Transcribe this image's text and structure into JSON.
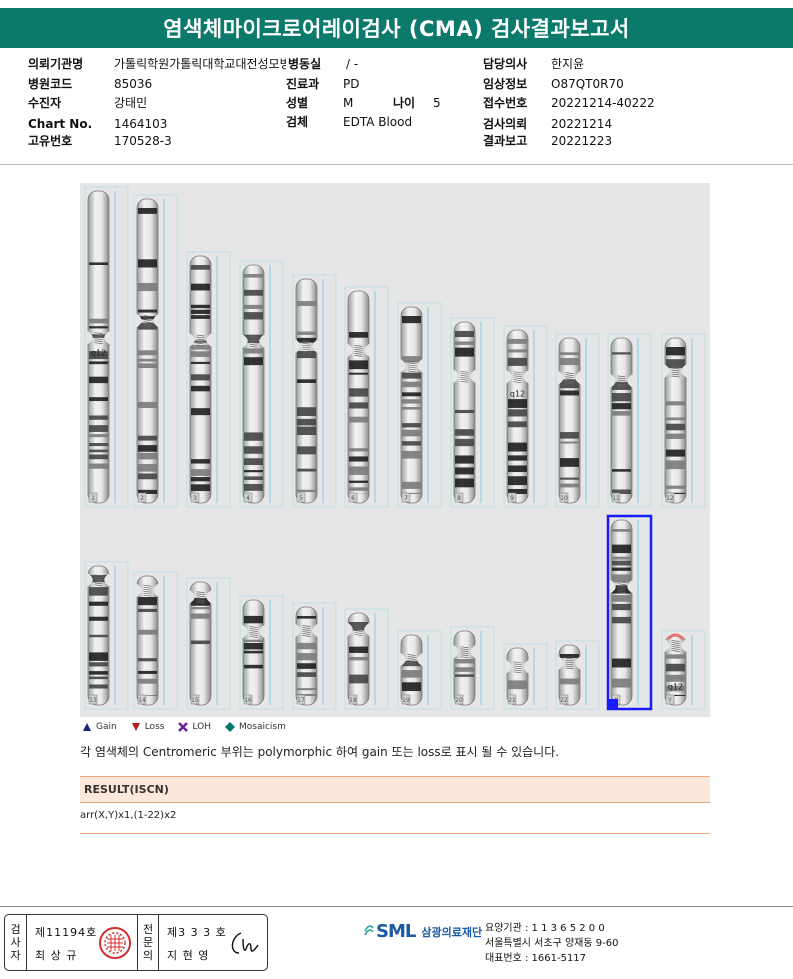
{
  "title": "염색체마이크로어레이검사 (CMA) 검사결과보고서",
  "patient": {
    "hospital": {
      "label": "의뢰기관명",
      "value": "가톨릭학원가톨릭대학교대전성모병원"
    },
    "ward": {
      "label": "병동실",
      "value": "/ -"
    },
    "doctor": {
      "label": "담당의사",
      "value": "한지윤"
    },
    "code": {
      "label": "병원코드",
      "value": "85036"
    },
    "dept": {
      "label": "진료과",
      "value": "PD"
    },
    "clinical": {
      "label": "임상정보",
      "value": "O87QT0R70"
    },
    "name": {
      "label": "수진자",
      "value": "강태민"
    },
    "sex": {
      "label": "성별",
      "value": "M"
    },
    "age": {
      "label": "나이",
      "value": "5"
    },
    "receipt": {
      "label": "접수번호",
      "value": "20221214-40222"
    },
    "chart": {
      "label": "Chart No.",
      "value": "1464103"
    },
    "specimen": {
      "label": "검체",
      "value": "EDTA Blood"
    },
    "request": {
      "label": "검사의뢰",
      "value": "20221214"
    },
    "uid": {
      "label": "고유번호",
      "value": "170528-3"
    },
    "report": {
      "label": "결과보고",
      "value": "20221223"
    }
  },
  "karyogram": {
    "row1": [
      "1",
      "2",
      "3",
      "4",
      "5",
      "6",
      "7",
      "8",
      "9",
      "10",
      "11",
      "12"
    ],
    "row2": [
      "13",
      "14",
      "15",
      "16",
      "17",
      "18",
      "19",
      "20",
      "21",
      "22",
      "X",
      "Y"
    ],
    "band_labels": {
      "chr1": "q12",
      "chr9": "q12",
      "chrY": "q12"
    }
  },
  "legend": [
    {
      "label": "Gain",
      "icon": "triangle-up-icon",
      "color": "#1a237e"
    },
    {
      "label": "Loss",
      "icon": "triangle-down-icon",
      "color": "#b71c1c"
    },
    {
      "label": "LOH",
      "icon": "x-icon",
      "color": "#6a1b9a"
    },
    {
      "label": "Mosaicism",
      "icon": "diamond-icon",
      "color": "#00796b"
    }
  ],
  "note": "각 염색체의 Centromeric 부위는 polymorphic 하여 gain 또는 loss로 표시 될 수 있습니다.",
  "result": {
    "header": "RESULT(ISCN)",
    "value": "arr(X,Y)x1,(1-22)x2"
  },
  "signatures": {
    "inspector_title": "검사자",
    "inspector_license": "제11194호",
    "inspector_name": "최 상 규",
    "specialist_title": "전문의",
    "specialist_license": "제3 3 3 호",
    "specialist_name": "지 현 영"
  },
  "organization": {
    "logo": "SML",
    "name": "삼광의료재단",
    "code": "요양기관 : 1 1 3 6 5 2 0 0",
    "address": "서울특별시 서초구 양재동 9-60",
    "phone": "대표번호 : 1661-5117"
  }
}
